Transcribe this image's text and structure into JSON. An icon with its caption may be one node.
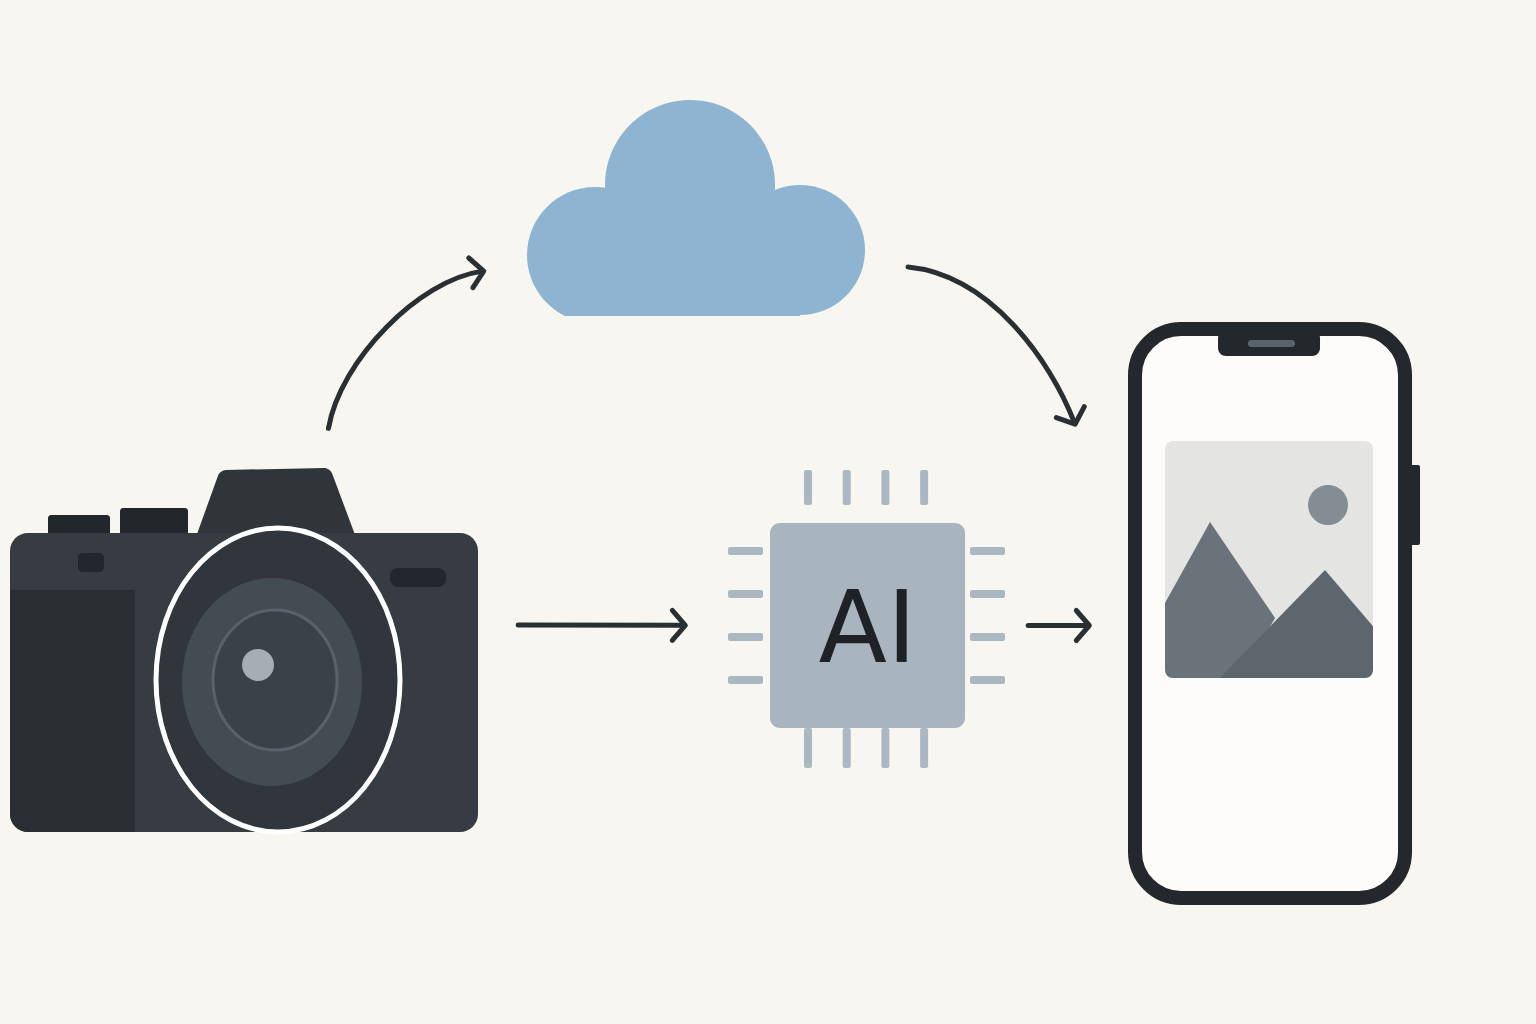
{
  "diagram": {
    "nodes": [
      {
        "text": [],
        "shape": "picture"
      },
      {
        "text": [],
        "shape": "cloud"
      },
      {
        "text": [
          "AI"
        ]
      },
      {
        "text": [],
        "shape": "picture"
      }
    ],
    "edges": [
      {
        "from": 0,
        "to": 1,
        "arrow": "to"
      },
      {
        "from": 1,
        "to": 3,
        "arrow": "to"
      },
      {
        "from": 0,
        "to": 2,
        "arrow": "to"
      },
      {
        "from": 2,
        "to": 3,
        "arrow": "to"
      }
    ]
  }
}
